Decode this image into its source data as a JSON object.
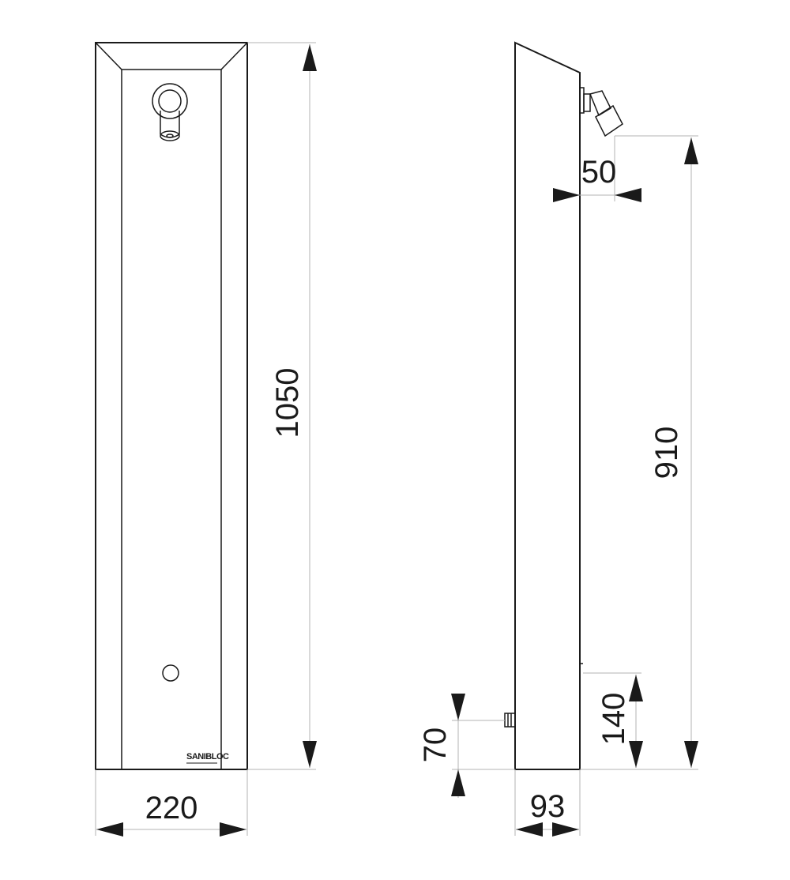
{
  "front_view": {
    "width_label": "220",
    "height_label": "1050",
    "brand_text": "SANIBLOC"
  },
  "side_view": {
    "nozzle_offset_label": "50",
    "shower_height_label": "910",
    "button_height_label": "140",
    "inlet_height_label": "70",
    "depth_label": "93"
  },
  "colors": {
    "line": "#1a1a1a",
    "dimension_line": "#b3b3b3",
    "background": "#ffffff"
  }
}
